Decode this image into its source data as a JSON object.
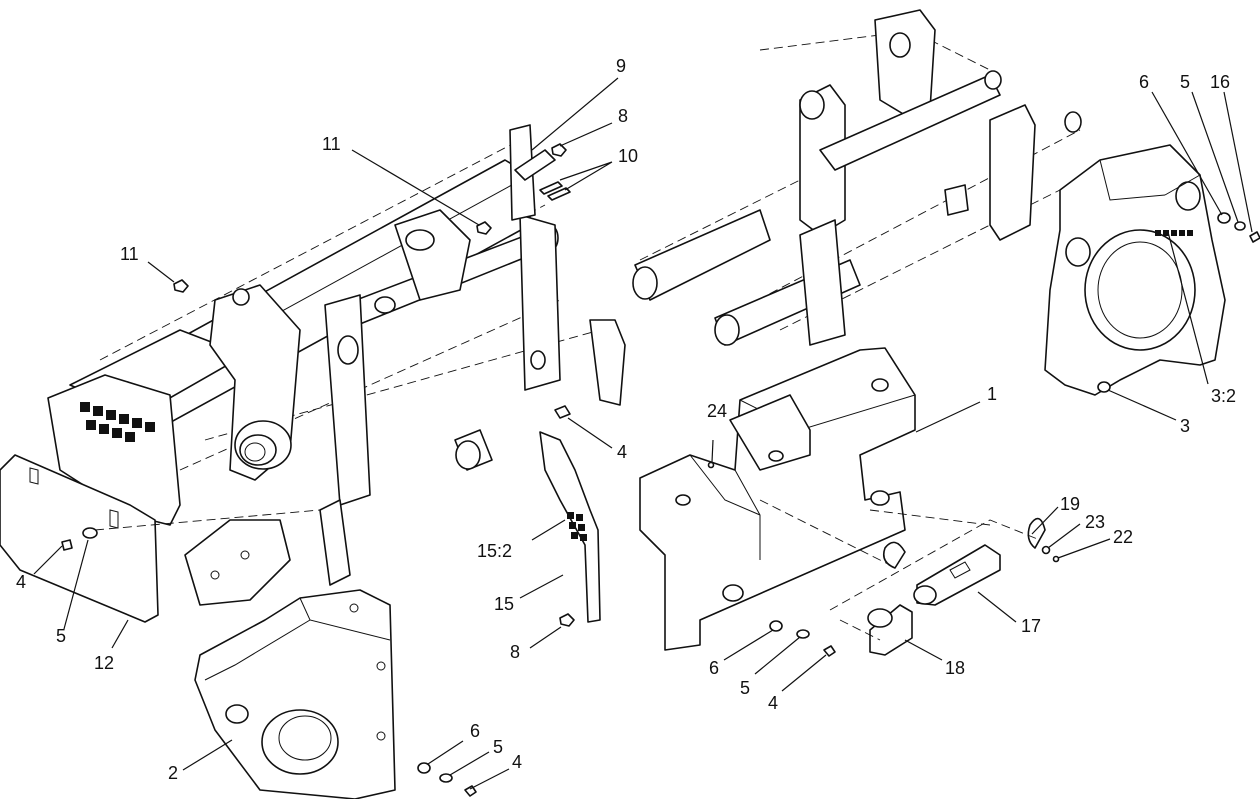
{
  "diagram": {
    "callouts": [
      {
        "id": "c-9",
        "text": "9"
      },
      {
        "id": "c-8a",
        "text": "8"
      },
      {
        "id": "c-10",
        "text": "10"
      },
      {
        "id": "c-11a",
        "text": "11"
      },
      {
        "id": "c-11b",
        "text": "11"
      },
      {
        "id": "c-4a",
        "text": "4"
      },
      {
        "id": "c-15-2",
        "text": "15:2"
      },
      {
        "id": "c-15",
        "text": "15"
      },
      {
        "id": "c-8b",
        "text": "8"
      },
      {
        "id": "c-4b",
        "text": "4"
      },
      {
        "id": "c-5a",
        "text": "5"
      },
      {
        "id": "c-12",
        "text": "12"
      },
      {
        "id": "c-2",
        "text": "2"
      },
      {
        "id": "c-6a",
        "text": "6"
      },
      {
        "id": "c-5b",
        "text": "5"
      },
      {
        "id": "c-4c",
        "text": "4"
      },
      {
        "id": "c-24",
        "text": "24"
      },
      {
        "id": "c-1",
        "text": "1"
      },
      {
        "id": "c-6b",
        "text": "6"
      },
      {
        "id": "c-5c",
        "text": "5"
      },
      {
        "id": "c-4d",
        "text": "4"
      },
      {
        "id": "c-18",
        "text": "18"
      },
      {
        "id": "c-17",
        "text": "17"
      },
      {
        "id": "c-19",
        "text": "19"
      },
      {
        "id": "c-23",
        "text": "23"
      },
      {
        "id": "c-22",
        "text": "22"
      },
      {
        "id": "c-6c",
        "text": "6"
      },
      {
        "id": "c-5d",
        "text": "5"
      },
      {
        "id": "c-16",
        "text": "16"
      },
      {
        "id": "c-3-2",
        "text": "3:2"
      },
      {
        "id": "c-3",
        "text": "3"
      }
    ]
  }
}
